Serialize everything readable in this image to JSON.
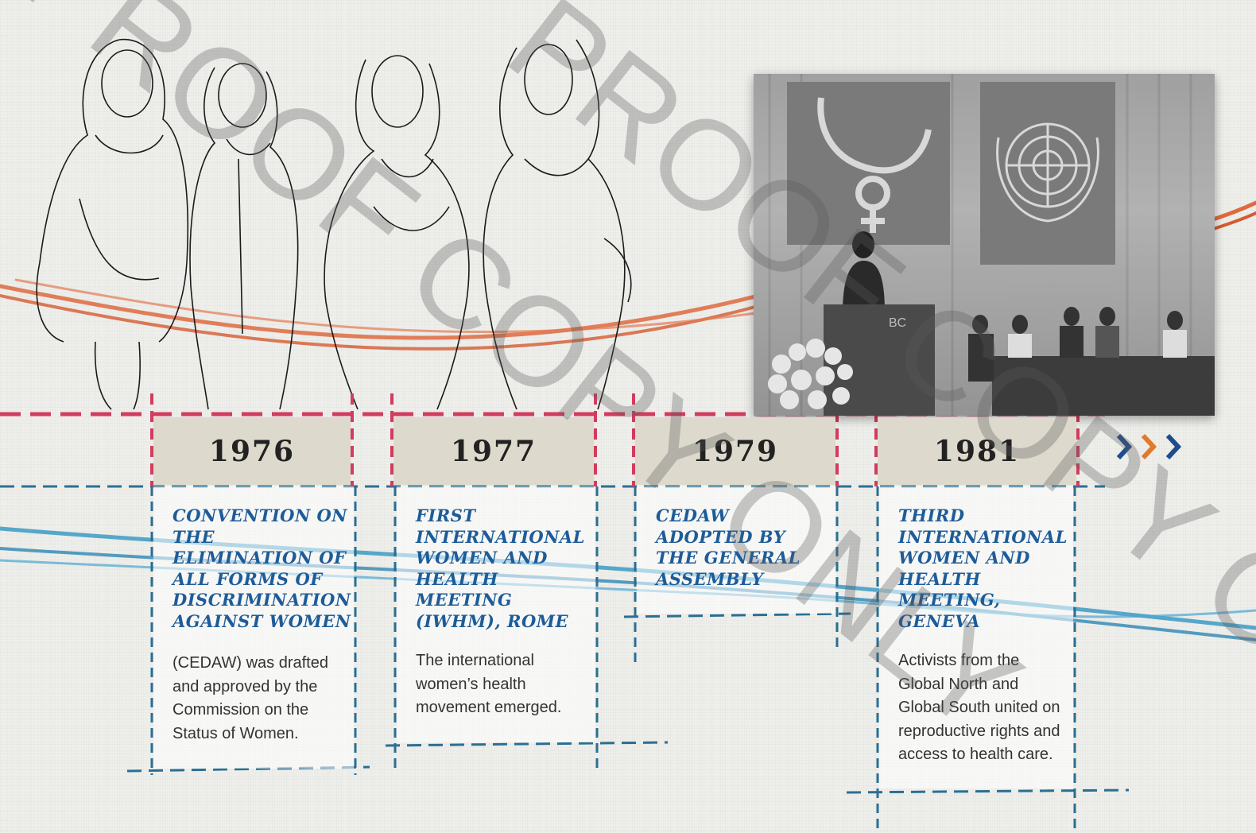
{
  "timeline": [
    {
      "year": "1976",
      "title": "Convention on the Elimination of All Forms of Discrimination Against Women",
      "body": "(CEDAW) was drafted and approved by the Commission on the Status of Women."
    },
    {
      "year": "1977",
      "title": "First International Women and Health Meeting (IWHM), Rome",
      "body": "The international women’s health movement emerged."
    },
    {
      "year": "1979",
      "title": "CEDAW adopted by the General Assembly",
      "body": ""
    },
    {
      "year": "1981",
      "title": "Third International Women and Health Meeting, Geneva",
      "body": "Activists from the Global North and Global South united on reproductive rights and access to health care."
    }
  ],
  "photo": {
    "podium_logo": "BC"
  },
  "watermark": {
    "text": "PROOF COPY ONLY"
  },
  "colors": {
    "title_blue": "#1d5c99",
    "stitch_red": "#d23c5e",
    "stitch_blue": "#2a6f93",
    "thread_orange": "#de6a3f",
    "thread_blue": "#3c9ac4",
    "arrow_blue": "#1f4d8c",
    "arrow_orange": "#e07a2c"
  }
}
